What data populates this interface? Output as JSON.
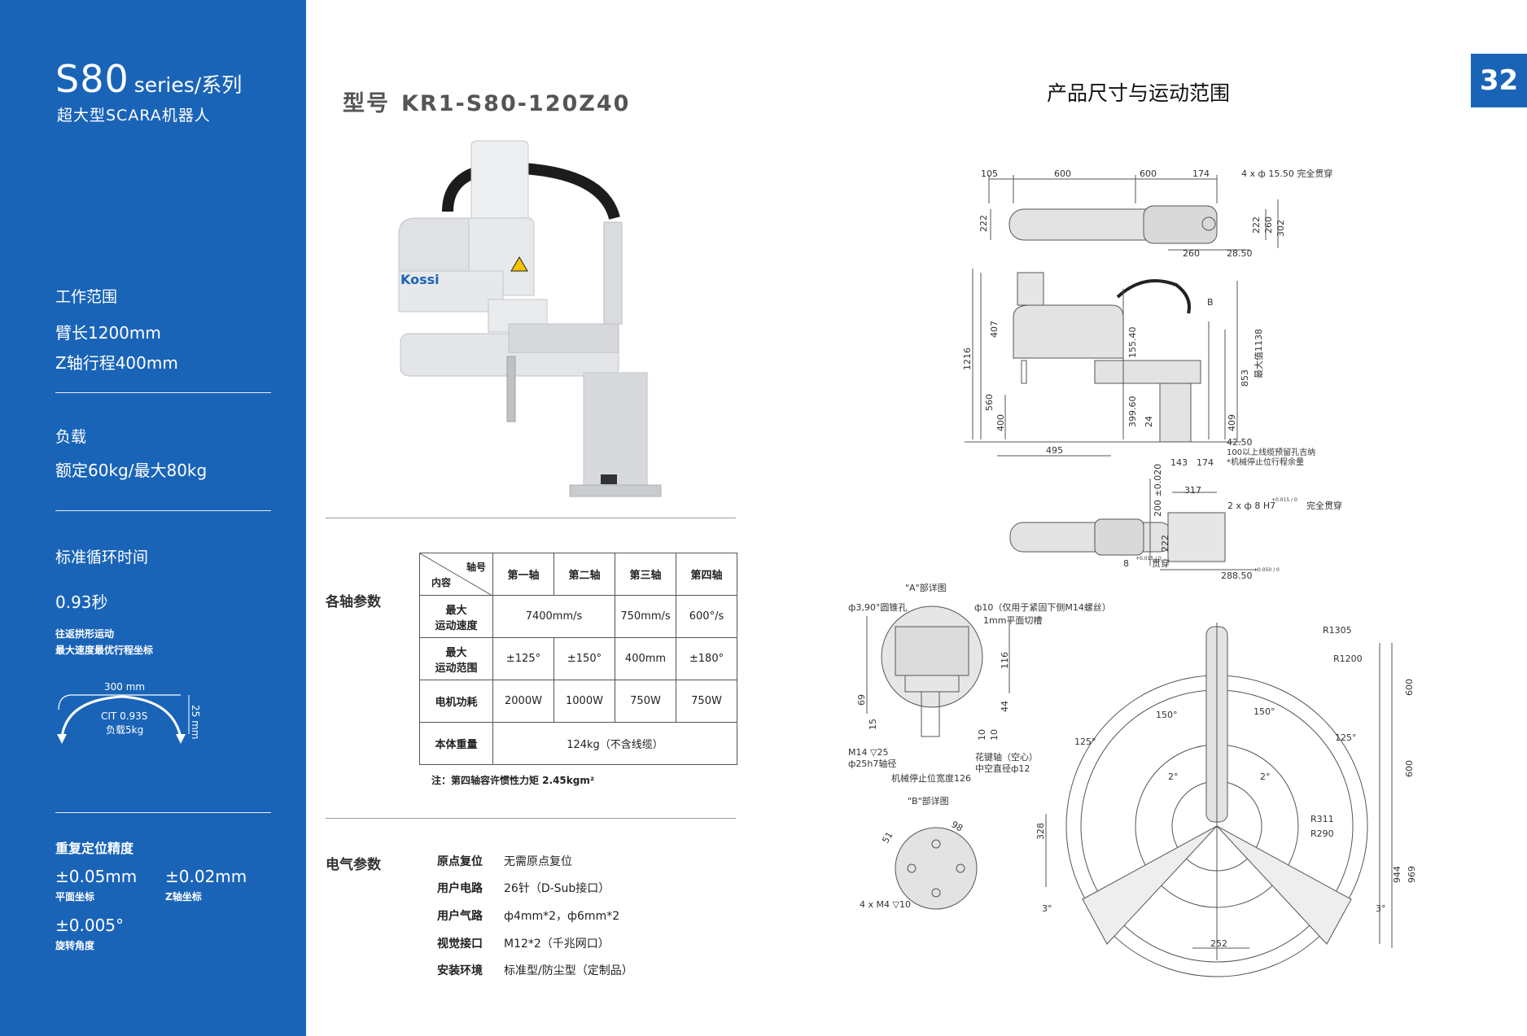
{
  "sidebar": {
    "series": "S80",
    "series_suffix": "series/系列",
    "subtitle": "超大型SCARA机器人",
    "workrange": {
      "heading": "工作范围",
      "arm": "臂长1200mm",
      "z": "Z轴行程400mm"
    },
    "load": {
      "heading": "负载",
      "value": "额定60kg/最大80kg"
    },
    "cycle": {
      "heading": "标准循环时间",
      "value": "0.93秒",
      "note1": "往返拱形运动",
      "note2": "最大速度最优行程坐标",
      "diagram_width": "300 mm",
      "diagram_height": "25 mm",
      "diagram_cit": "CIT 0.93S",
      "diagram_load": "负载5kg"
    },
    "repeat": {
      "heading": "重复定位精度",
      "plane_value": "±0.05mm",
      "plane_label": "平面坐标",
      "z_value": "±0.02mm",
      "z_label": "Z轴坐标",
      "rot_value": "±0.005°",
      "rot_label": "旋转角度"
    }
  },
  "model": {
    "label": "型号",
    "value": "KR1-S80-120Z40"
  },
  "page_title": "产品尺寸与运动范围",
  "page_number": "32",
  "product_image": {
    "logo": "Kossi"
  },
  "axis_params": {
    "label": "各轴参数",
    "header_top": "轴号",
    "header_bottom": "内容",
    "columns": [
      "第一轴",
      "第二轴",
      "第三轴",
      "第四轴"
    ],
    "speed_label_1": "最大",
    "speed_label_2": "运动速度",
    "speed_12": "7400mm/s",
    "speed_3": "750mm/s",
    "speed_4": "600°/s",
    "range_label_1": "最大",
    "range_label_2": "运动范围",
    "range": [
      "±125°",
      "±150°",
      "400mm",
      "±180°"
    ],
    "power_label": "电机功耗",
    "power": [
      "2000W",
      "1000W",
      "750W",
      "750W"
    ],
    "weight_label": "本体重量",
    "weight": "124kg（不含线缆）",
    "note": "注：第四轴容许惯性力矩 2.45kgm²"
  },
  "electrical": {
    "label": "电气参数",
    "items": [
      {
        "k": "原点复位",
        "v": "无需原点复位"
      },
      {
        "k": "用户电路",
        "v": "26针（D-Sub接口）"
      },
      {
        "k": "用户气路",
        "v": "ф4mm*2，ф6mm*2"
      },
      {
        "k": "视觉接口",
        "v": "M12*2（千兆网口）"
      },
      {
        "k": "安装环境",
        "v": "标准型/防尘型（定制品）"
      }
    ]
  },
  "drawing": {
    "top_dims": [
      "105",
      "600",
      "600",
      "174"
    ],
    "hole_note": "4 x ф 15.50 完全贯穿",
    "top_h": [
      "222",
      "222",
      "260",
      "302"
    ],
    "top_bottom": [
      "260",
      "28.50"
    ],
    "side_left": [
      "1216",
      "407",
      "560",
      "400"
    ],
    "side_mid": [
      "155.40",
      "399.60",
      "24"
    ],
    "side_right": [
      "853",
      "409",
      "最大值1138"
    ],
    "side_b": "B",
    "side_bottom": [
      "495",
      "143",
      "174",
      "42.50"
    ],
    "side_note1": "100以上线缆预留孔吉纳",
    "side_note2": "*机械停止位行程余量",
    "base_v": "200 ±0.020",
    "base_317": "317",
    "base_hole": "2 x ф 8 H7",
    "base_hole_tol": "+0.015 / 0",
    "base_hole_note": "完全贯穿",
    "base_222": "222",
    "base_8": "8",
    "base_8_tol": "+0.015 / 0",
    "base_8_note": "贯穿",
    "base_288": "288.50",
    "base_288_tol": "+0.050 / 0",
    "detail_a_title": "\"A\"部详图",
    "detail_a_cone": "ф3,90°圆锥孔",
    "detail_a_10": "ф10（仅用于紧固下侧M14螺丝）",
    "detail_a_flat": "1mm平面切槽",
    "detail_a_dims": [
      "116",
      "69",
      "44",
      "15",
      "10",
      "10"
    ],
    "detail_a_m14": "M14 ▽25",
    "detail_a_25": "ф25h7轴径",
    "detail_a_stop": "机械停止位宽度126",
    "detail_a_spline1": "花键轴（空心）",
    "detail_a_spline2": "中空直径ф12",
    "detail_b_title": "\"B\"部详图",
    "detail_b_98": "98",
    "detail_b_51": "51",
    "detail_b_m4": "4 x M4 ▽10",
    "range_r": [
      "R1305",
      "R1200",
      "R311",
      "R290"
    ],
    "range_angles": [
      "150°",
      "150°",
      "125°",
      "125°",
      "2°",
      "2°",
      "3°",
      "3°"
    ],
    "range_right": [
      "600",
      "600",
      "944",
      "969"
    ],
    "range_left": "328",
    "range_bottom": "252"
  }
}
